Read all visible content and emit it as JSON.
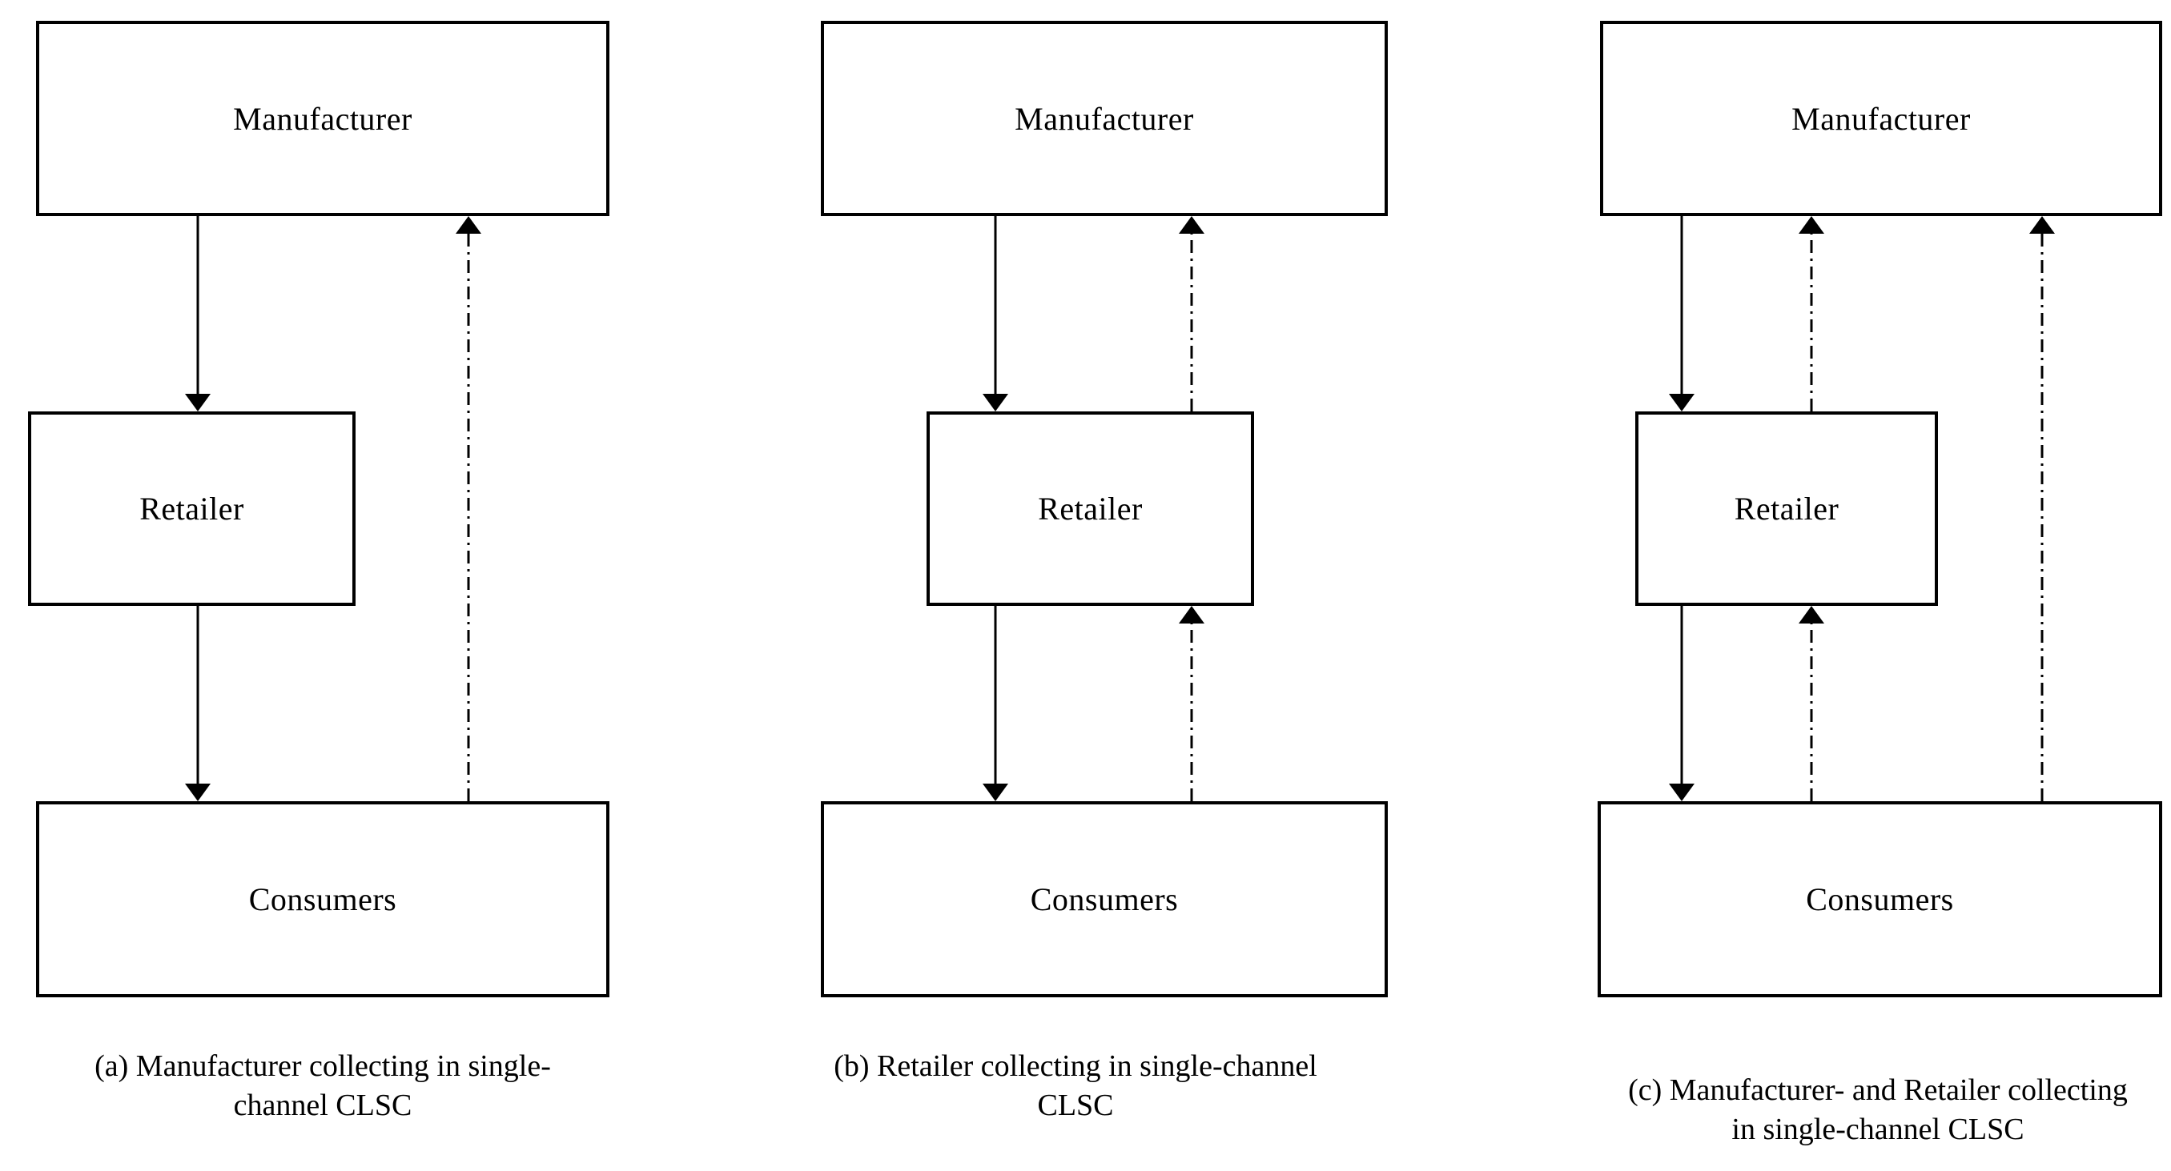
{
  "figure": {
    "background_color": "#ffffff",
    "line_color": "#000000"
  },
  "panels": [
    {
      "label_manufacturer": "Manufacturer",
      "label_retailer": "Retailer",
      "label_consumers": "Consumers",
      "caption_line1": "(a) Manufacturer collecting in single-",
      "caption_line2": "channel CLSC"
    },
    {
      "label_manufacturer": "Manufacturer",
      "label_retailer": "Retailer",
      "label_consumers": "Consumers",
      "caption_line1": "(b) Retailer collecting in single-channel",
      "caption_line2": "CLSC"
    },
    {
      "label_manufacturer": "Manufacturer",
      "label_retailer": "Retailer",
      "label_consumers": "Consumers",
      "caption_line1": "(c) Manufacturer- and Retailer collecting",
      "caption_line2": "in single-channel CLSC"
    }
  ]
}
